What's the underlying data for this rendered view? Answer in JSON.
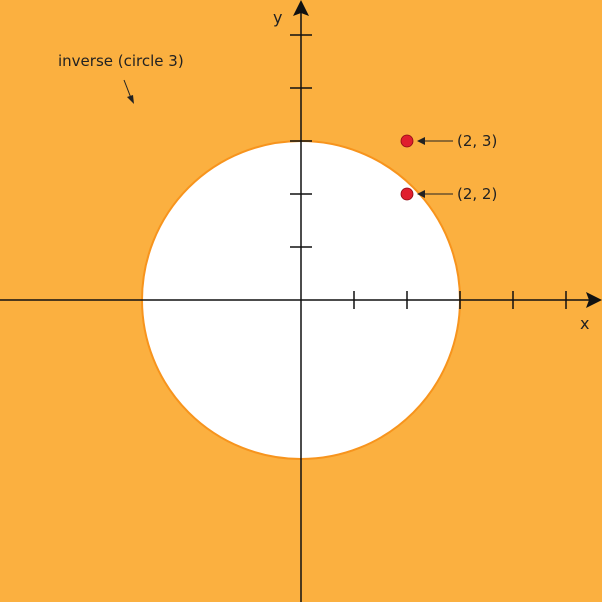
{
  "diagram": {
    "region_label": "inverse (circle 3)",
    "colors": {
      "outside_fill": "#FBB040",
      "circle_fill": "#FFFFFF",
      "circle_stroke": "#F7941D",
      "axis": "#111111",
      "point": "#E01E2E"
    },
    "x_axis_label": "x",
    "y_axis_label": "y",
    "circle_radius": 3,
    "x_ticks": [
      1,
      2,
      3,
      4,
      5
    ],
    "y_ticks": [
      1,
      2,
      3,
      4,
      5
    ],
    "points": [
      {
        "label": "(2, 3)",
        "x": 2,
        "y": 3
      },
      {
        "label": "(2, 2)",
        "x": 2,
        "y": 2
      }
    ]
  }
}
